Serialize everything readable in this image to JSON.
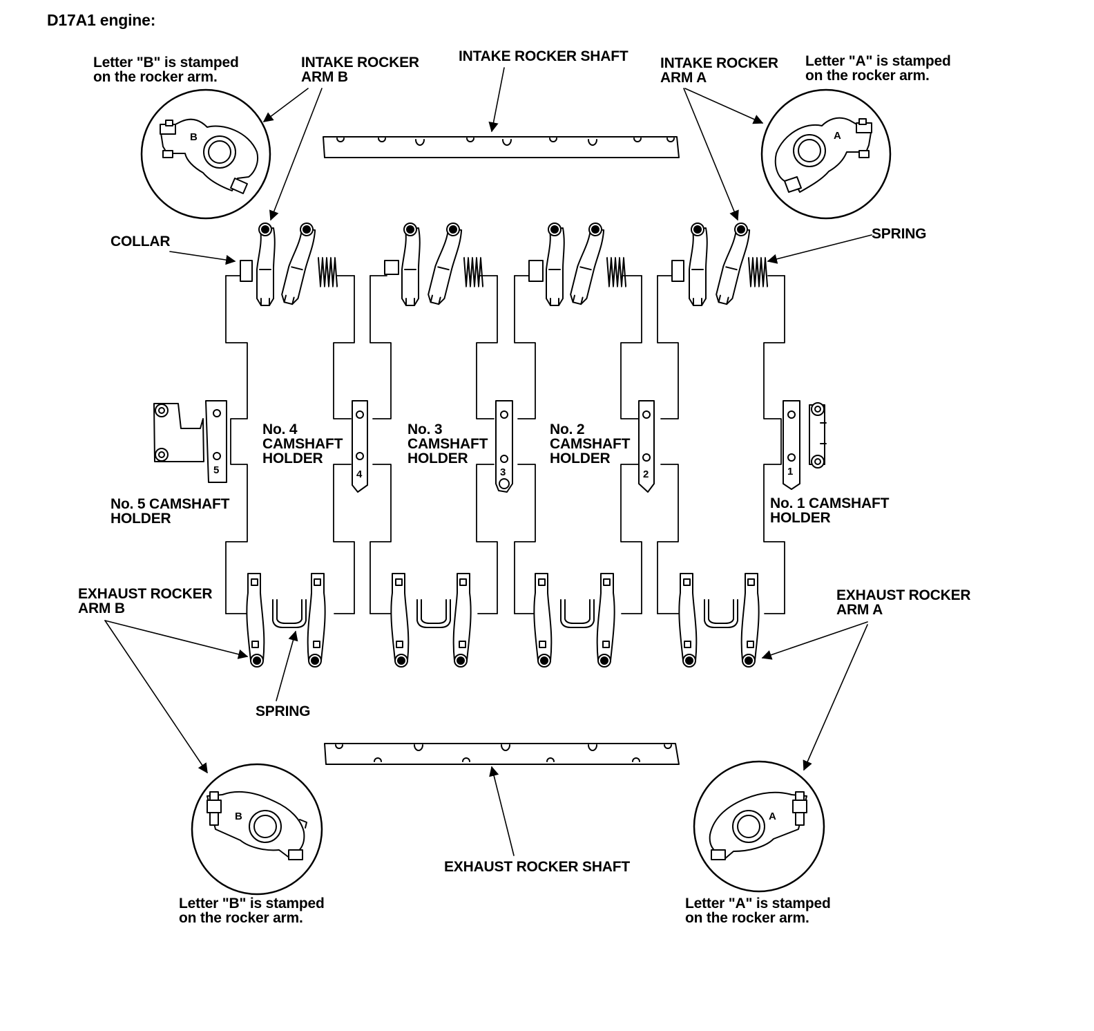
{
  "title": "D17A1 engine:",
  "labels": {
    "stamp_b_top": "Letter \"B\" is stamped\non the rocker arm.",
    "intake_rocker_arm_b": "INTAKE ROCKER\nARM B",
    "intake_rocker_shaft": "INTAKE ROCKER SHAFT",
    "intake_rocker_arm_a": "INTAKE ROCKER\nARM A",
    "stamp_a_top": "Letter \"A\" is stamped\non the rocker arm.",
    "collar": "COLLAR",
    "spring_top": "SPRING",
    "holder_4": "No. 4\nCAMSHAFT\nHOLDER",
    "holder_3": "No. 3\nCAMSHAFT\nHOLDER",
    "holder_2": "No. 2\nCAMSHAFT\nHOLDER",
    "holder_5": "No. 5 CAMSHAFT\nHOLDER",
    "holder_1": "No. 1 CAMSHAFT\nHOLDER",
    "exhaust_rocker_arm_b": "EXHAUST ROCKER\nARM B",
    "exhaust_rocker_arm_a": "EXHAUST ROCKER\nARM A",
    "spring_bottom": "SPRING",
    "exhaust_rocker_shaft": "EXHAUST ROCKER SHAFT",
    "stamp_b_bottom": "Letter \"B\" is stamped\non the rocker arm.",
    "stamp_a_bottom": "Letter \"A\" is stamped\non the rocker arm."
  },
  "holder_numbers": [
    "5",
    "4",
    "3",
    "2",
    "1"
  ],
  "stamp_letters": {
    "a": "A",
    "b": "B"
  }
}
